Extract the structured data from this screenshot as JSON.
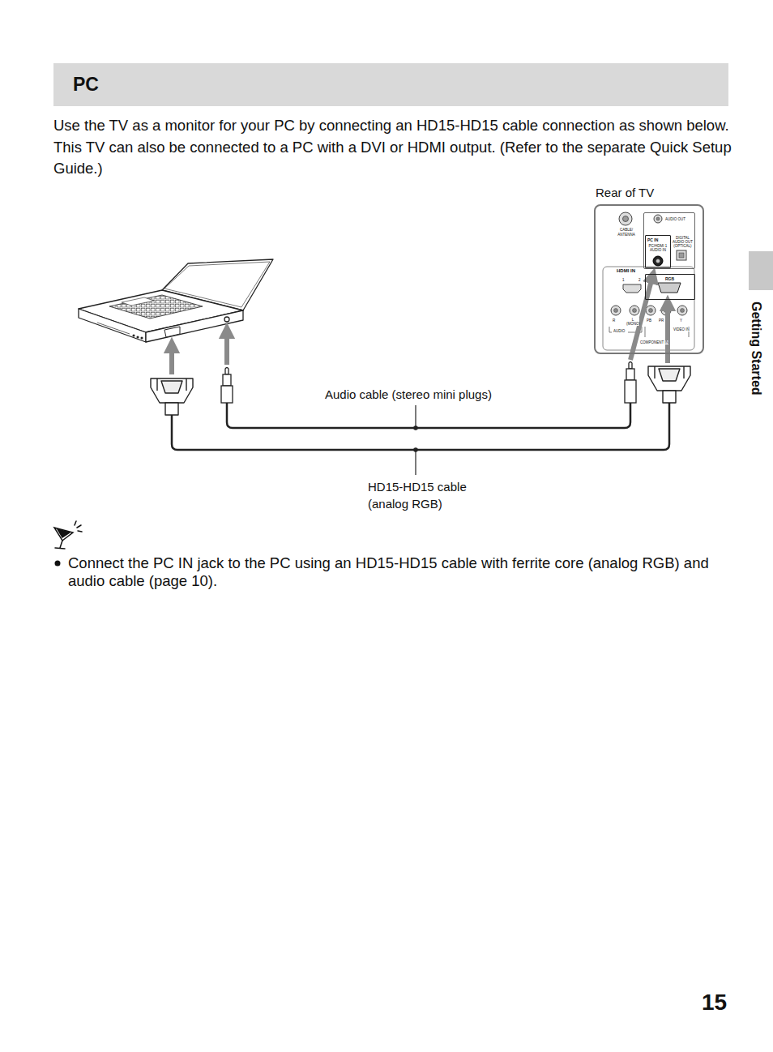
{
  "diagram": {
    "title": "PC",
    "nodes": [
      {
        "text": [
          "Rear of TV"
        ]
      },
      {
        "text": [
          "AUDIO OUT",
          "DIGITAL AUDIO OUT (OPTICAL)"
        ],
        "in": 0
      },
      {
        "text": [
          "PC IN",
          "PC/HDMI 1 AUDIO IN"
        ],
        "in": 1
      },
      {
        "text": [
          "RGB"
        ],
        "in": 0
      }
    ],
    "labels": [
      "Use the TV as a monitor for your PC by connecting an HD15-HD15 cable connection as shown below. This TV can also be connected to a PC with a DVI or HDMI output. (Refer to the separate Quick Setup Guide.)",
      "Audio cable (stereo mini plugs)",
      "HD15-HD15 cable (analog RGB)",
      "Connect the PC IN jack to the PC using an HD15-HD15 cable with ferrite core (analog RGB) and audio cable (page 10).",
      "Getting Started",
      "15",
      "CABLE/ ANTENNA",
      "HDMI IN",
      "1",
      "2",
      "R",
      "L (MONO)",
      "PB",
      "PR",
      "Y",
      "AUDIO",
      "VIDEO IN",
      "COMPONENT IN"
    ]
  }
}
